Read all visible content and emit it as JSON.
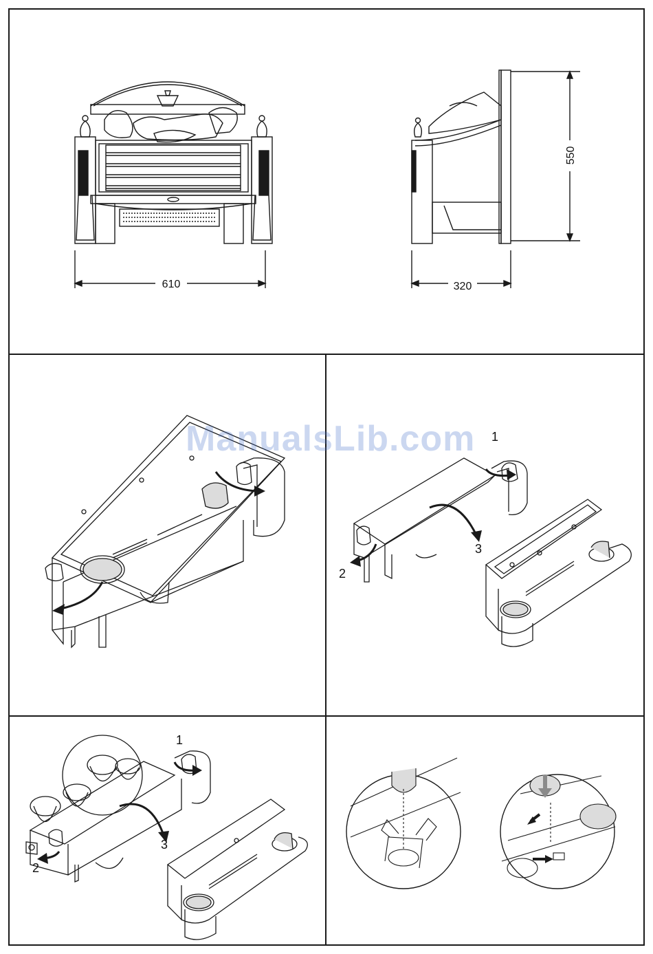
{
  "dimensions": {
    "width": "610",
    "depth": "320",
    "height": "550"
  },
  "steps": {
    "panel2": [
      "1",
      "2",
      "3"
    ],
    "panel3": [
      "1",
      "2",
      "3"
    ]
  },
  "watermark": "ManualsLib.com",
  "colors": {
    "line": "#1a1a1a",
    "shade": "#dcdcdc",
    "arrow_grey": "#8a8a8a",
    "watermark": "#466ec8"
  }
}
